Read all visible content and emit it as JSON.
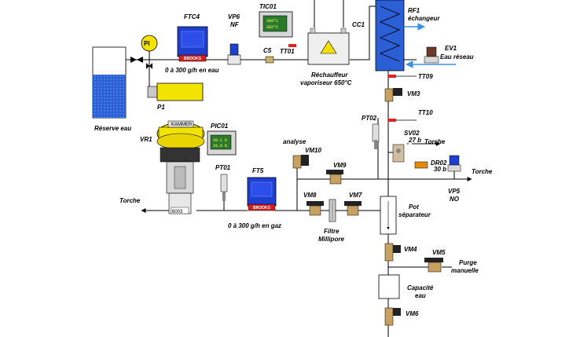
{
  "labels": {
    "ftc4": "FTC4",
    "vp6": "VP6",
    "vp6_state": "NF",
    "tic01": "TIC01",
    "cc1": "CC1",
    "rf1": "RF1",
    "rf1_desc": "échangeur",
    "pi": "PI",
    "c5": "C5",
    "tt01_top": "TT01",
    "ev1": "EV1",
    "ev1_desc": "Eau réseau",
    "flow_range_water": "0 à 300 g/h en eau",
    "heater_line1": "Réchauffeur",
    "heater_line2": "vaporiseur 650°C",
    "tt09": "TT09",
    "vm3": "VM3",
    "p1": "P1",
    "reservoir": "Réserve eau",
    "tt10": "TT10",
    "pt02": "PT02",
    "sv02": "SV02",
    "sv02_set": "27 b",
    "torche": "Torche",
    "dr02": "DR02",
    "dr02_set": "30 b",
    "vp5": "VP5",
    "vp5_state": "NO",
    "vr1": "VR1",
    "pic01": "PIC01",
    "analyse": "analyse",
    "vm10": "VM10",
    "pt01": "PT01",
    "ft5": "FT5",
    "vm9": "VM9",
    "vm8": "VM8",
    "vm7": "VM7",
    "pot_line1": "Pot",
    "pot_line2": "séparateur",
    "flow_range_gas": "0 à 300 g/h en gaz",
    "filter_line1": "Filtre",
    "filter_line2": "Millipore",
    "vm4": "VM4",
    "vm5": "VM5",
    "purge_line1": "Purge",
    "purge_line2": "manuelle",
    "capacity_line1": "Capacité",
    "capacity_line2": "eau",
    "vm6": "VM6",
    "brooks": "BROOKS",
    "kammer": "KAMMER",
    "valve_tag": "6003",
    "tic_disp1": "300°C",
    "tic_disp2": "302°C",
    "pic_disp1": "20.1 b",
    "pic_disp2": "20.0 b"
  },
  "colors": {
    "water": "#2a5fd6",
    "controller_blue": "#1f3fd0",
    "brooks_red": "#d21f1f",
    "yellow": "#f3e400",
    "arrow_blue": "#3a8fe8",
    "sensor_red": "#e22020",
    "dr_orange": "#e08a10"
  }
}
